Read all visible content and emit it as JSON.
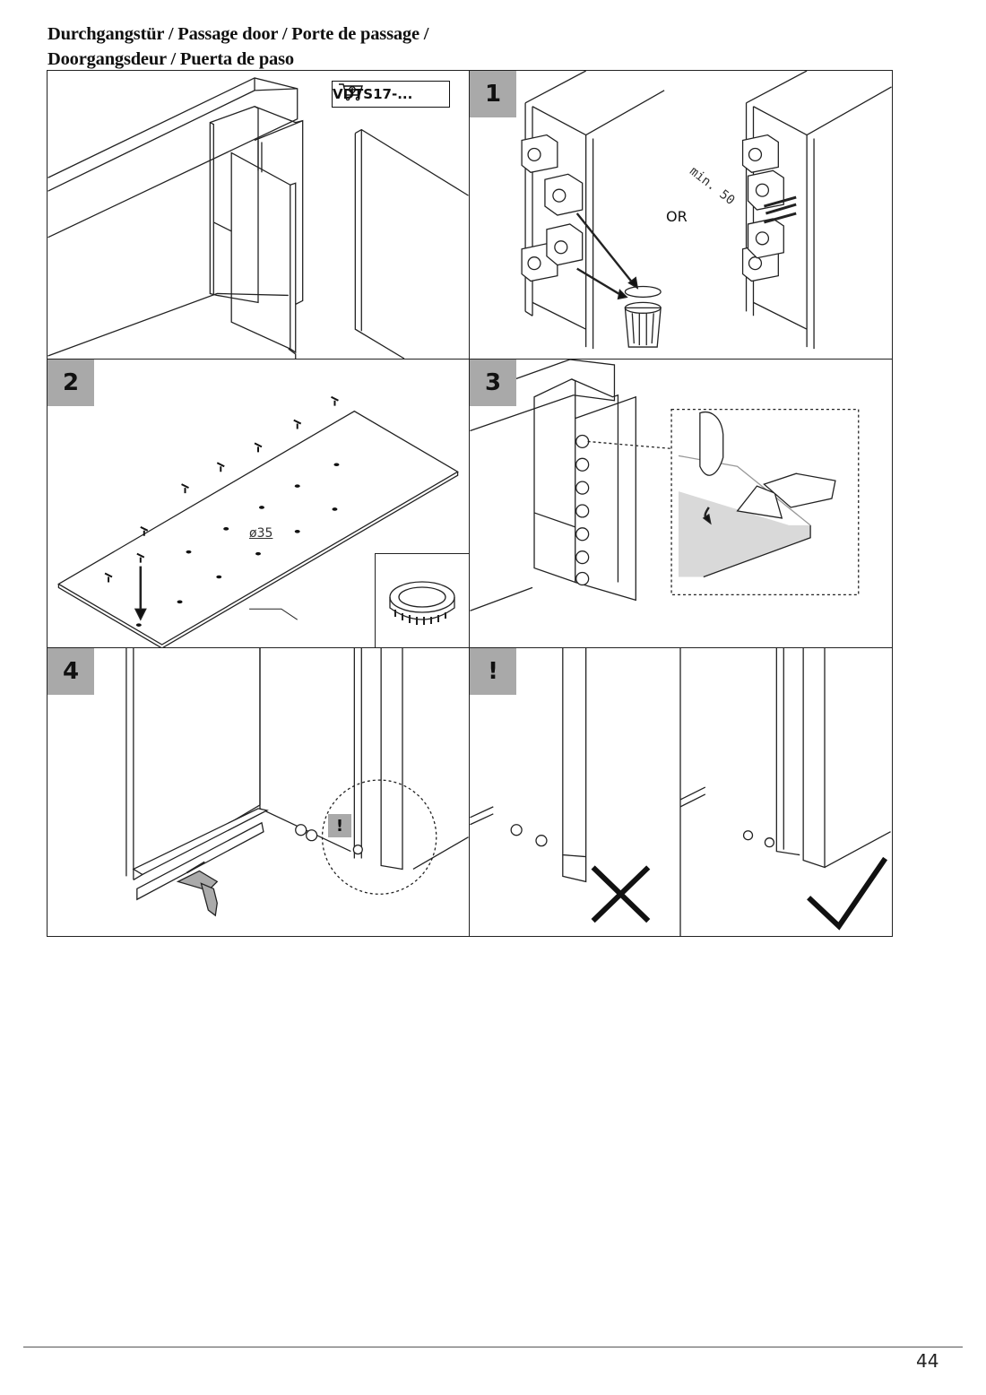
{
  "header": {
    "title_line1": "Durchgangstür / Passage door / Porte de passage /",
    "title_line2": "Doorgangsdeur / Puerta de paso"
  },
  "steps": {
    "overview": {
      "part_code": "VDTS17-...",
      "icon": "shopping-cart-icon"
    },
    "step1": {
      "number": "1",
      "or_label": "OR",
      "min_label": "min. 50"
    },
    "step2": {
      "number": "2",
      "diameter_label": "ø35"
    },
    "step3": {
      "number": "3"
    },
    "step4": {
      "number": "4",
      "warning_mark": "!"
    },
    "warning": {
      "number": "!",
      "wrong_icon": "cross-icon",
      "right_icon": "checkmark-icon"
    }
  },
  "footer": {
    "page_number": "44"
  },
  "colors": {
    "badge": "#a9a9a9",
    "line": "#222222",
    "hinge_area": "#d9d9d9"
  }
}
